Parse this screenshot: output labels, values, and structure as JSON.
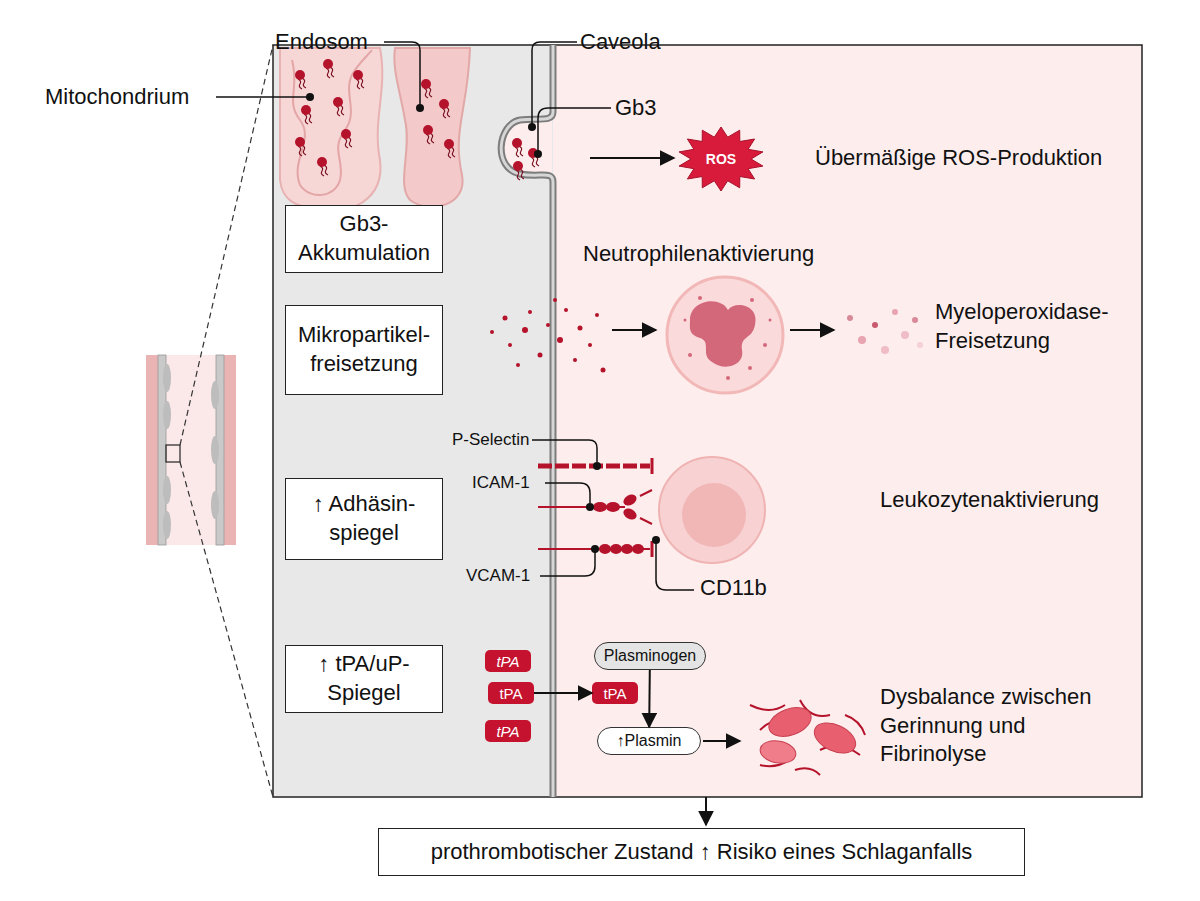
{
  "diagram": {
    "nodes": [
      {
        "text": [
          "Gb3- Akkumulation"
        ]
      },
      {
        "text": [
          "ROS"
        ]
      },
      {
        "text": [
          "Mikropartikel- freisetzung"
        ]
      },
      {
        "text": [
          "↑ Adhäsin- spiegel"
        ]
      },
      {
        "text": [
          "↑ tPA/uP- Spiegel"
        ]
      },
      {
        "text": [
          "tPA"
        ]
      },
      {
        "text": [
          "tPA"
        ]
      },
      {
        "text": [
          "tPA"
        ]
      },
      {
        "text": [
          "tPA"
        ]
      },
      {
        "text": [
          "Plasminogen"
        ]
      },
      {
        "text": [
          "↑Plasmin"
        ]
      },
      {
        "text": [
          "prothrombotischer Zustand ↑ Risiko eines Schlaganfalls"
        ]
      }
    ],
    "edges": [
      {
        "from": 6,
        "to": 8,
        "arrow": "to"
      },
      {
        "from": 9,
        "to": 10,
        "arrow": "to"
      }
    ],
    "labels": [
      "Endosom",
      "Caveola",
      "Mitochondrium",
      "Gb3",
      "Übermäßige ROS-Produktion",
      "Neutrophilenaktivierung",
      "Myeloperoxidase- Freisetzung",
      "P-Selectin",
      "ICAM-1",
      "Leukozytenaktivierung",
      "VCAM-1",
      "CD11b",
      "Dysbalance zwischen Gerinnung und Fibrinolyse"
    ]
  }
}
